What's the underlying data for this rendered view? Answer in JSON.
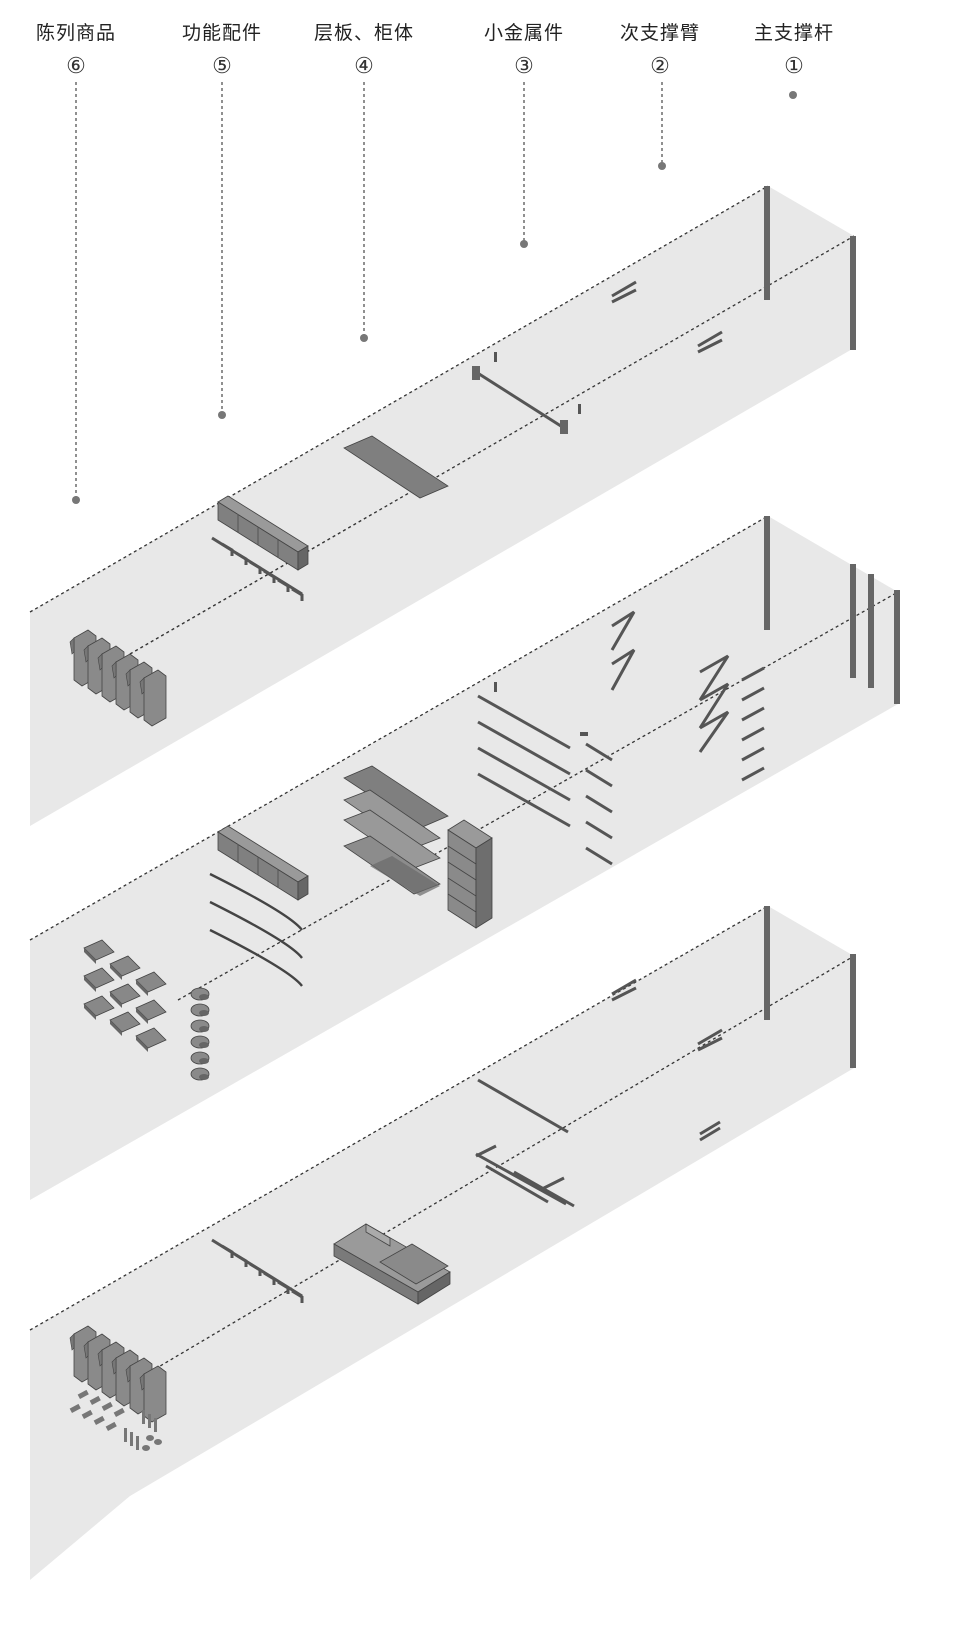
{
  "columns": [
    {
      "label": "陈列商品",
      "number": "⑥"
    },
    {
      "label": "功能配件",
      "number": "⑤"
    },
    {
      "label": "层板、柜体",
      "number": "④"
    },
    {
      "label": "小金属件",
      "number": "③"
    },
    {
      "label": "次支撑臂",
      "number": "②"
    },
    {
      "label": "主支撑杆",
      "number": "①"
    }
  ],
  "colors": {
    "panel": "#e8e8e8",
    "part": "#8a8a8a",
    "part_dark": "#555555",
    "leader": "#555555"
  }
}
